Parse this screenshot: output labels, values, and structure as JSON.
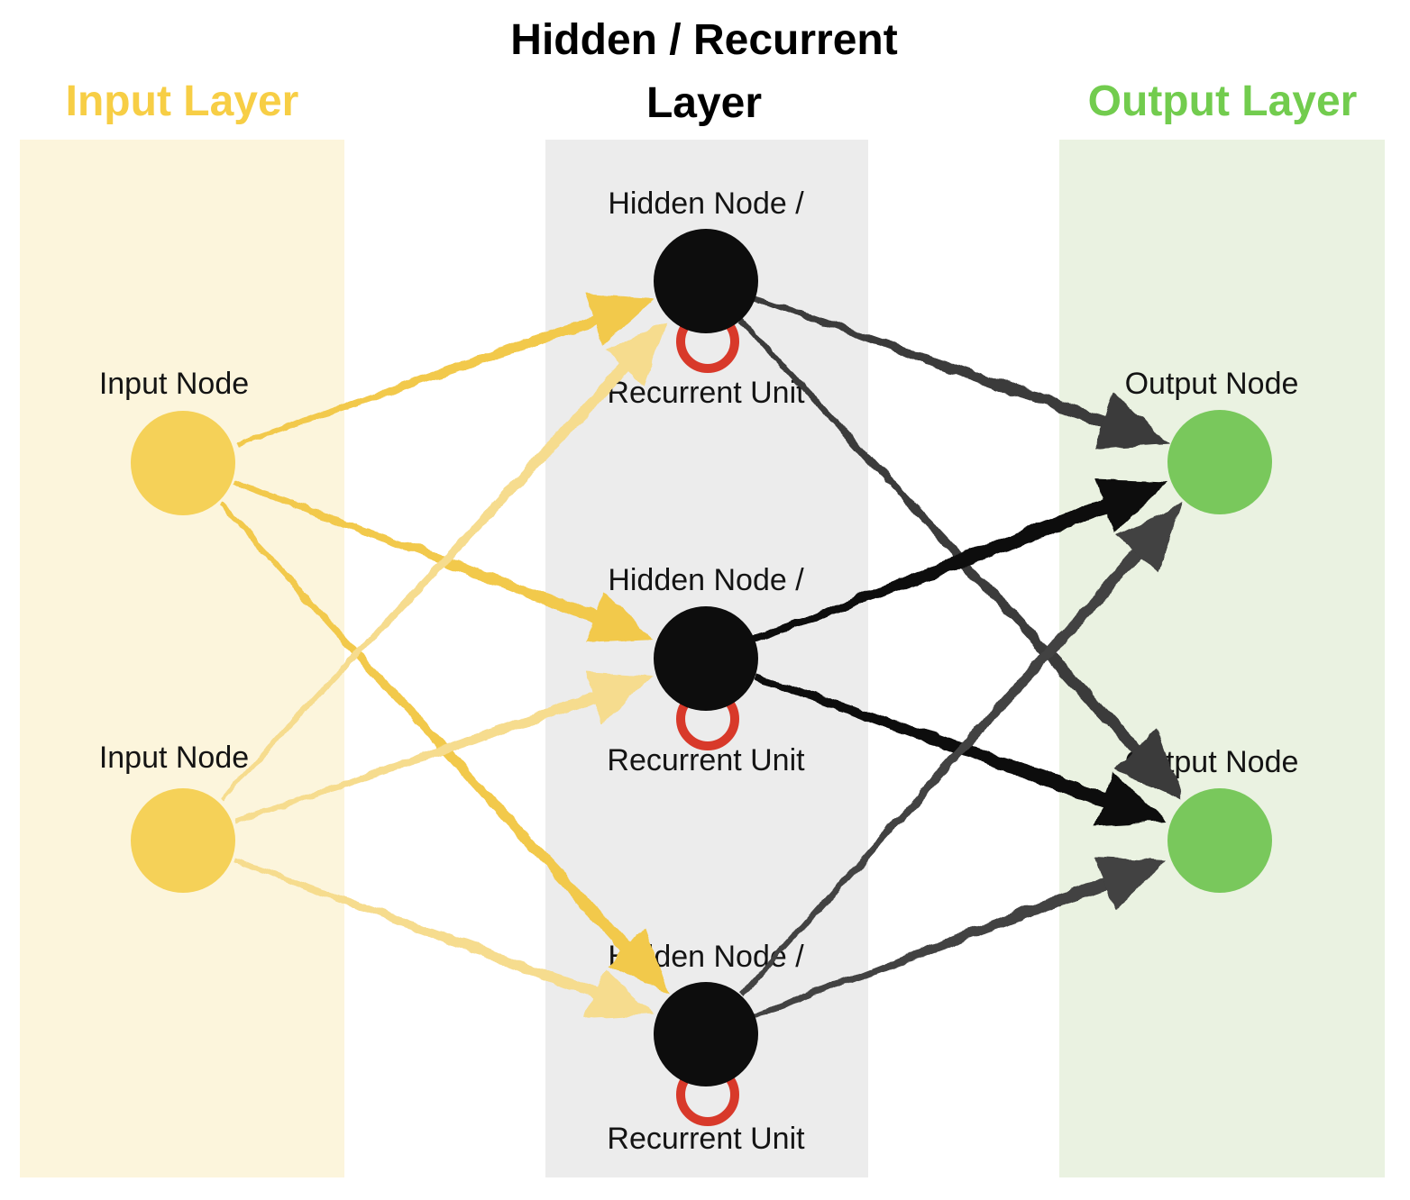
{
  "title": {
    "line1": "Hidden / Recurrent",
    "line2": "Layer"
  },
  "input_layer": {
    "title": "Input Layer",
    "nodes": [
      {
        "label": "Input Node"
      },
      {
        "label": "Input Node"
      }
    ]
  },
  "hidden_layer": {
    "nodes": [
      {
        "label": "Hidden Node /",
        "sublabel": "Recurrent Unit"
      },
      {
        "label": "Hidden Node /",
        "sublabel": "Recurrent Unit"
      },
      {
        "label": "Hidden Node /",
        "sublabel": "Recurrent Unit"
      }
    ]
  },
  "output_layer": {
    "title": "Output Layer",
    "nodes": [
      {
        "label": "Output Node"
      },
      {
        "label": "Output Node"
      }
    ]
  },
  "connections": {
    "input_to_hidden": [
      {
        "from": "input-1",
        "to": "hidden-1"
      },
      {
        "from": "input-1",
        "to": "hidden-2"
      },
      {
        "from": "input-1",
        "to": "hidden-3"
      },
      {
        "from": "input-2",
        "to": "hidden-1"
      },
      {
        "from": "input-2",
        "to": "hidden-2"
      },
      {
        "from": "input-2",
        "to": "hidden-3"
      }
    ],
    "hidden_to_output": [
      {
        "from": "hidden-1",
        "to": "output-1"
      },
      {
        "from": "hidden-1",
        "to": "output-2"
      },
      {
        "from": "hidden-2",
        "to": "output-1"
      },
      {
        "from": "hidden-2",
        "to": "output-2"
      },
      {
        "from": "hidden-3",
        "to": "output-1"
      },
      {
        "from": "hidden-3",
        "to": "output-2"
      }
    ],
    "recurrent_self_loops": [
      "hidden-1",
      "hidden-2",
      "hidden-3"
    ]
  },
  "colors": {
    "input_band": "#FCF5DC",
    "hidden_band": "#ECECEC",
    "output_band": "#EAF2E1",
    "input_title": "#F7CE45",
    "hidden_title": "#000000",
    "output_title": "#72CC4E",
    "input_node": "#F5D158",
    "hidden_node": "#0D0D0D",
    "output_node": "#79C85C",
    "recurrent_loop": "#D8392A",
    "arrow_from_input1": "#F2C94B",
    "arrow_from_input2": "#F6DC8E",
    "arrow_from_hidden1": "#3A3A3A",
    "arrow_from_hidden2": "#0B0B0B",
    "arrow_from_hidden3": "#424242",
    "label_text": "#141414"
  }
}
